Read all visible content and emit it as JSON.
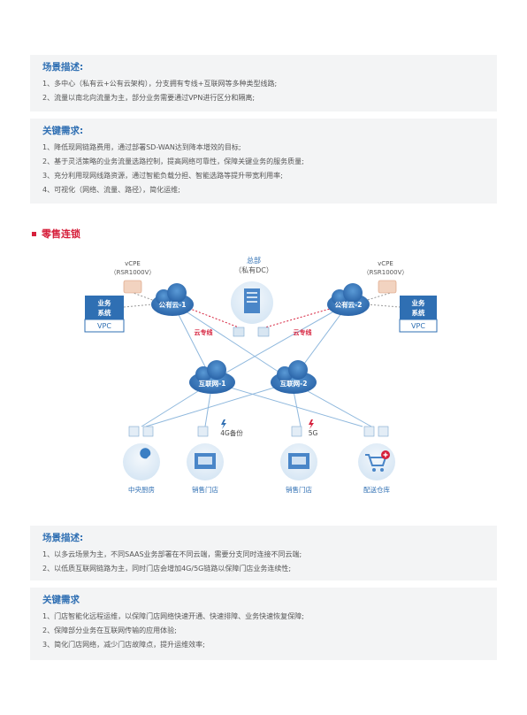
{
  "section1": {
    "title": "场景描述:",
    "lines": [
      "1、多中心（私有云+公有云架构），分支拥有专线+互联网等多种类型线路;",
      "2、流量以南北向流量为主，部分业务需要通过VPN进行区分和隔离;"
    ]
  },
  "section2": {
    "title": "关键需求:",
    "lines": [
      "1、降低现网链路费用，通过部署SD-WAN达到降本增效的目标;",
      "2、基于灵活策略的业务流量选路控制，提高网络可靠性，保障关键业务的服务质量;",
      "3、充分利用现网线路资源，通过智能负载分担、智能选路等提升带宽利用率;",
      "4、可视化（网络、流量、路径），简化运维;"
    ]
  },
  "retail_title": "零售连锁",
  "diagram": {
    "hq_label1": "总部",
    "hq_label2": "（私有DC）",
    "vcpe_left1": "vCPE",
    "vcpe_left2": "（RSR1000V）",
    "vcpe_right1": "vCPE",
    "vcpe_right2": "（RSR1000V）",
    "biz_left1": "业务",
    "biz_left2": "系统",
    "biz_left_vpc": "VPC",
    "biz_right1": "业务",
    "biz_right2": "系统",
    "biz_right_vpc": "VPC",
    "cloud1": "公有云-1",
    "cloud2": "公有云-2",
    "private_line_left": "云专线",
    "private_line_right": "云专线",
    "internet1": "互联网-1",
    "internet2": "互联网-2",
    "backup_4g": "4G备份",
    "backup_5g": "5G",
    "site1": "中央厨房",
    "site2": "销售门店",
    "site3": "销售门店",
    "site4": "配送仓库",
    "colors": {
      "blue": "#2f6fb3",
      "red": "#d6203c",
      "light_blue": "#8fb8dd"
    }
  },
  "section3": {
    "title": "场景描述:",
    "lines": [
      "1、以多云场景为主，不同SAAS业务部署在不同云端，需要分支同时连接不同云端;",
      "2、以低质互联网链路为主，同时门店会增加4G/5G链路以保障门店业务连续性;"
    ]
  },
  "section4": {
    "title": "关键需求",
    "lines": [
      "1、门店智能化远程运维，以保障门店网络快速开通、快速排障、业务快速恢复保障;",
      "2、保障部分业务在互联网传输的应用体验;",
      "3、简化门店网络，减少门店故障点，提升运维效率;"
    ]
  }
}
